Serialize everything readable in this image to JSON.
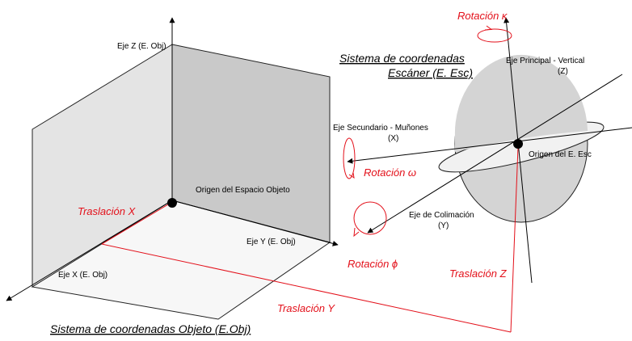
{
  "colors": {
    "accent_red": "#e3101a",
    "plane_gray": "#e2e2e2",
    "plane_gray_dark": "#c8c8c8",
    "sphere_gray": "#d4d4d4",
    "ring_light": "#f2f2f2"
  },
  "object_system": {
    "title": "Sistema de coordenadas Objeto (E.Obj)",
    "axis_z": "Eje Z (E. Obj)",
    "axis_y": "Eje Y (E. Obj)",
    "axis_x": "Eje X (E. Obj)",
    "origin": "Origen del Espacio Objeto"
  },
  "scanner_system": {
    "title_line1": "Sistema de coordenadas",
    "title_line2": "Escáner (E. Esc)",
    "principal_axis_line1": "Eje Principal - Vertical",
    "principal_axis_line2": "(Z)",
    "secondary_axis_line1": "Eje Secundario - Muñones",
    "secondary_axis_line2": "(X)",
    "collimation_axis_line1": "Eje de Colimación",
    "collimation_axis_line2": "(Y)",
    "origin": "Origen del E. Esc"
  },
  "transforms": {
    "rotation_kappa": "Rotación κ",
    "rotation_omega": "Rotación ω",
    "rotation_phi": "Rotación ϕ",
    "translation_x": "Traslación X",
    "translation_y": "Traslación Y",
    "translation_z": "Traslación Z"
  }
}
